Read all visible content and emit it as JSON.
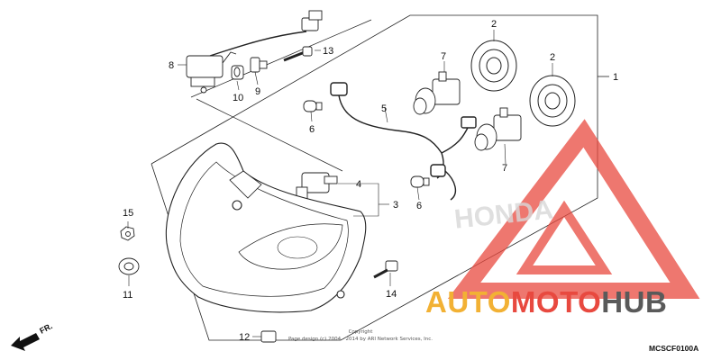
{
  "callouts": {
    "c1": "1",
    "c2a": "2",
    "c2b": "2",
    "c3": "3",
    "c4": "4",
    "c5": "5",
    "c6a": "6",
    "c6b": "6",
    "c7a": "7",
    "c7b": "7",
    "c8": "8",
    "c9": "9",
    "c10": "10",
    "c11": "11",
    "c12": "12",
    "c13": "13",
    "c14": "14",
    "c15": "15"
  },
  "direction_label": "FR.",
  "copyright_line1": "Copyright",
  "copyright_line2": "Page design (c) 2004 - 2014 by ARI Network Services, Inc.",
  "diagram_code": "MCSCF0100A",
  "watermark": {
    "part1": "AUTO",
    "part2": "MOTO",
    "part3": "HUB",
    "color_orange": "#f2b134",
    "color_red": "#e8493f",
    "color_gray": "#5a5a5a"
  }
}
